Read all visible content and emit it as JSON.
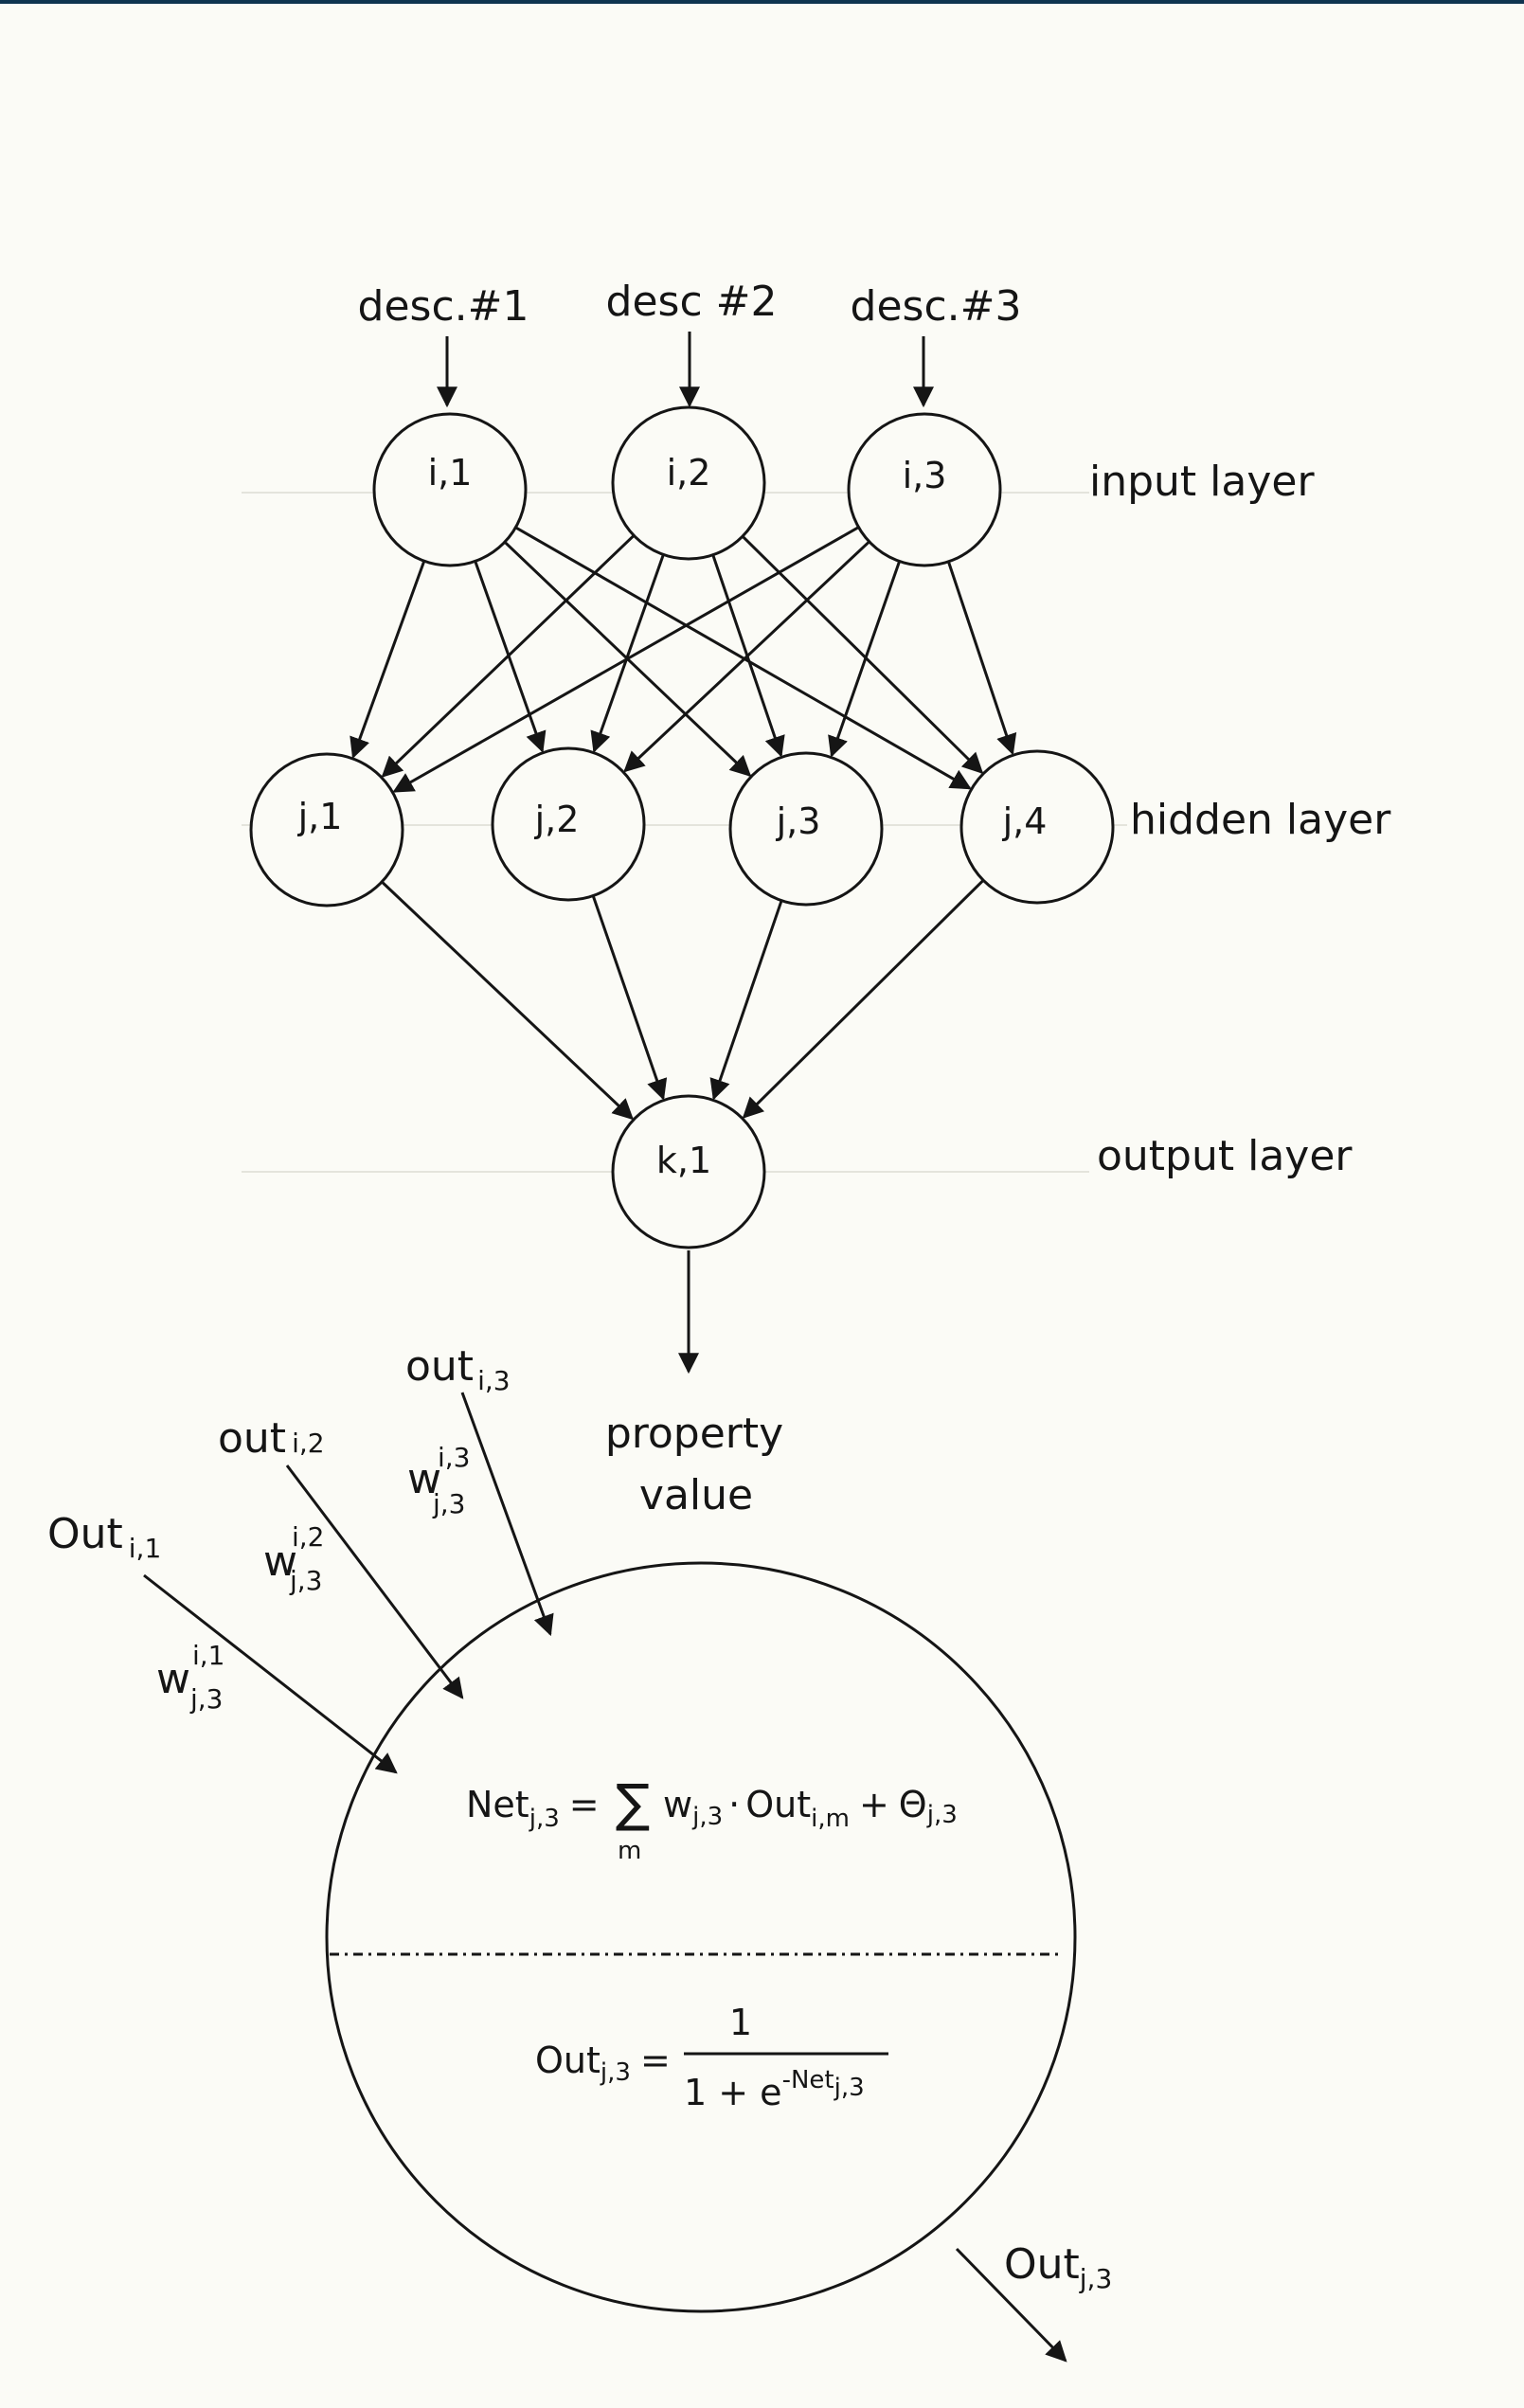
{
  "inputs": [
    "desc.#1",
    "desc #2",
    "desc.#3"
  ],
  "input_nodes": [
    "i,1",
    "i,2",
    "i,3"
  ],
  "hidden_nodes": [
    "j,1",
    "j,2",
    "j,3",
    "j,4"
  ],
  "output_node": "k,1",
  "layers": {
    "input": "input layer",
    "hidden": "hidden layer",
    "output": "output layer"
  },
  "property": {
    "line1": "property",
    "line2": "value"
  },
  "detail": {
    "out_i1": {
      "base": "Out",
      "sub": "i,1"
    },
    "out_i2": {
      "base": "out",
      "sub": "i,2"
    },
    "out_i3": {
      "base": "out",
      "sub": "i,3"
    },
    "w1": {
      "base": "w",
      "sup": "i,1",
      "sub": "j,3"
    },
    "w2": {
      "base": "w",
      "sup": "i,2",
      "sub": "j,3"
    },
    "w3": {
      "base": "w",
      "sup": "i,3",
      "sub": "j,3"
    },
    "net_eq": {
      "lhs": "Net",
      "lhs_sub": "j,3",
      "equals": "=",
      "sum": "∑",
      "sum_index": "m",
      "w": "w",
      "w_sub": "j,3",
      "dot": "·",
      "out": "Out",
      "out_sub": "i,m",
      "plus": "+",
      "theta": "Θ",
      "theta_sub": "j,3"
    },
    "out_eq": {
      "lhs": "Out",
      "lhs_sub": "j,3",
      "equals": "=",
      "numerator": "1",
      "den_base": "1 + e",
      "den_exp": "-Net",
      "den_exp_sub": "j,3"
    },
    "output_label": {
      "base": "Out",
      "sub": "j,3"
    }
  }
}
